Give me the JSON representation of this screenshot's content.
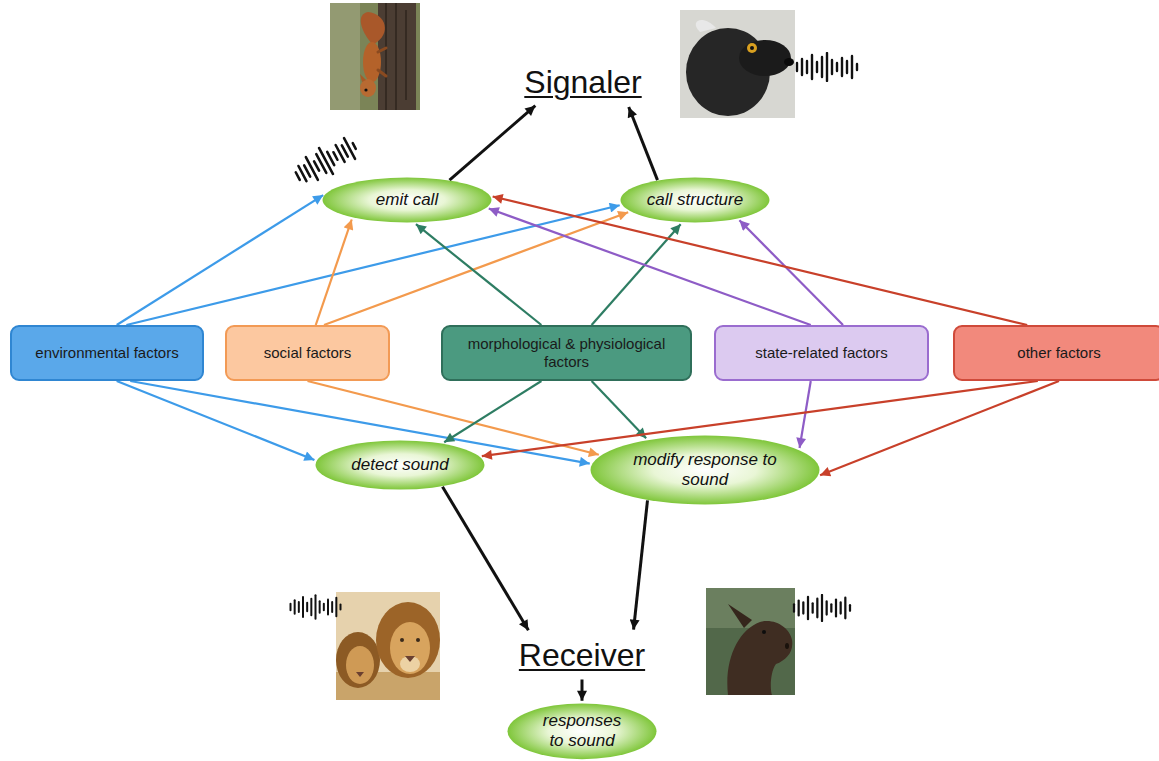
{
  "diagram": {
    "nodes": [
      {
        "text": [
          "Signaler"
        ]
      },
      {
        "text": [
          "emit call"
        ]
      },
      {
        "text": [
          "call structure"
        ]
      },
      {
        "text": [
          "environmental factors"
        ]
      },
      {
        "text": [
          "social factors"
        ]
      },
      {
        "text": [
          "morphological & physiological factors"
        ]
      },
      {
        "text": [
          "state-related factors"
        ]
      },
      {
        "text": [
          "other factors"
        ]
      },
      {
        "text": [
          "detect sound"
        ]
      },
      {
        "text": [
          "modify response to sound"
        ]
      },
      {
        "text": [
          "Receiver"
        ]
      },
      {
        "text": [
          "responses to sound"
        ]
      }
    ],
    "edges": [
      {
        "from": 1,
        "to": 0,
        "arrow": "to"
      },
      {
        "from": 2,
        "to": 0,
        "arrow": "to"
      },
      {
        "from": 3,
        "to": 1,
        "arrow": "to"
      },
      {
        "from": 3,
        "to": 2,
        "arrow": "to"
      },
      {
        "from": 3,
        "to": 8,
        "arrow": "to"
      },
      {
        "from": 3,
        "to": 9,
        "arrow": "to"
      },
      {
        "from": 4,
        "to": 1,
        "arrow": "to"
      },
      {
        "from": 4,
        "to": 2,
        "arrow": "to"
      },
      {
        "from": 4,
        "to": 9,
        "arrow": "to"
      },
      {
        "from": 5,
        "to": 1,
        "arrow": "to"
      },
      {
        "from": 5,
        "to": 2,
        "arrow": "to"
      },
      {
        "from": 5,
        "to": 8,
        "arrow": "to"
      },
      {
        "from": 5,
        "to": 9,
        "arrow": "to"
      },
      {
        "from": 6,
        "to": 1,
        "arrow": "to"
      },
      {
        "from": 6,
        "to": 2,
        "arrow": "to"
      },
      {
        "from": 6,
        "to": 9,
        "arrow": "to"
      },
      {
        "from": 7,
        "to": 1,
        "arrow": "to"
      },
      {
        "from": 7,
        "to": 8,
        "arrow": "to"
      },
      {
        "from": 7,
        "to": 9,
        "arrow": "to"
      },
      {
        "from": 8,
        "to": 10,
        "arrow": "to"
      },
      {
        "from": 9,
        "to": 10,
        "arrow": "to"
      },
      {
        "from": 10,
        "to": 11,
        "arrow": "to"
      }
    ]
  }
}
